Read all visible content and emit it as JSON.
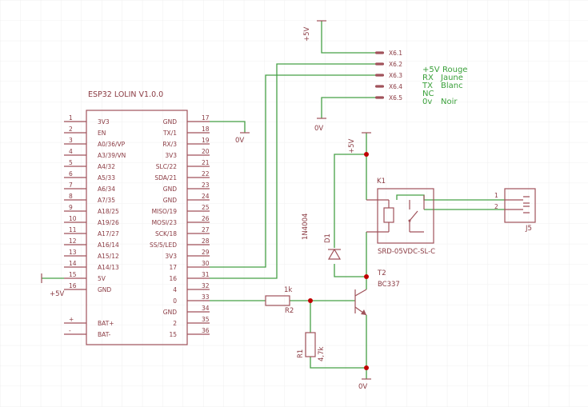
{
  "esp32": {
    "name": "ESP32 LOLIN V1.0.0",
    "left_pins": [
      {
        "num": "1",
        "label": "3V3"
      },
      {
        "num": "2",
        "label": "EN"
      },
      {
        "num": "3",
        "label": "A0/36/VP"
      },
      {
        "num": "4",
        "label": "A3/39/VN"
      },
      {
        "num": "5",
        "label": "A4/32"
      },
      {
        "num": "6",
        "label": "A5/33"
      },
      {
        "num": "7",
        "label": "A6/34"
      },
      {
        "num": "8",
        "label": "A7/35"
      },
      {
        "num": "9",
        "label": "A18/25"
      },
      {
        "num": "10",
        "label": "A19/26"
      },
      {
        "num": "11",
        "label": "A17/27"
      },
      {
        "num": "12",
        "label": "A16/14"
      },
      {
        "num": "13",
        "label": "A15/12"
      },
      {
        "num": "14",
        "label": "A14/13"
      },
      {
        "num": "15",
        "label": "5V"
      },
      {
        "num": "16",
        "label": "GND"
      }
    ],
    "bat_pins": [
      {
        "num": "+",
        "label": "BAT+"
      },
      {
        "num": "-",
        "label": "BAT-"
      }
    ],
    "right_pins": [
      {
        "num": "17",
        "label": "GND"
      },
      {
        "num": "18",
        "label": "TX/1"
      },
      {
        "num": "19",
        "label": "RX/3"
      },
      {
        "num": "20",
        "label": "3V3"
      },
      {
        "num": "21",
        "label": "SLC/22"
      },
      {
        "num": "22",
        "label": "SDA/21"
      },
      {
        "num": "23",
        "label": "GND"
      },
      {
        "num": "24",
        "label": "GND"
      },
      {
        "num": "25",
        "label": "MISO/19"
      },
      {
        "num": "26",
        "label": "MOSI/23"
      },
      {
        "num": "27",
        "label": "SCK/18"
      },
      {
        "num": "28",
        "label": "SS/5/LED"
      },
      {
        "num": "29",
        "label": "3V3"
      },
      {
        "num": "30",
        "label": "17"
      },
      {
        "num": "31",
        "label": "16"
      },
      {
        "num": "32",
        "label": "4"
      },
      {
        "num": "33",
        "label": "0"
      },
      {
        "num": "34",
        "label": "GND"
      },
      {
        "num": "35",
        "label": "2"
      },
      {
        "num": "36",
        "label": "15"
      }
    ]
  },
  "connector_x6": {
    "pins": [
      "X6.1",
      "X6.2",
      "X6.3",
      "X6.4",
      "X6.5"
    ],
    "notes": [
      {
        "a": "+5V",
        "b": "Rouge"
      },
      {
        "a": "RX",
        "b": "Jaune"
      },
      {
        "a": "TX",
        "b": "Blanc"
      },
      {
        "a": "NC",
        "b": ""
      },
      {
        "a": "0v",
        "b": "Noir"
      }
    ]
  },
  "supply": {
    "plus5v": "+5V",
    "gnd": "0V"
  },
  "relay": {
    "ref": "K1",
    "part": "SRD-05VDC-SL-C"
  },
  "diode": {
    "ref": "D1",
    "part": "1N4004"
  },
  "transistor": {
    "ref": "T2",
    "part": "BC337"
  },
  "r2": {
    "ref": "R2",
    "value": "1k"
  },
  "r1": {
    "ref": "R1",
    "value": "4,7k"
  },
  "j5": {
    "ref": "J5",
    "pin1": "1",
    "pin2": "2"
  },
  "colors": {
    "symbol": "#a0525a",
    "wire": "#46a046",
    "junction": "#c00000",
    "grid": "#e6e6e6"
  }
}
